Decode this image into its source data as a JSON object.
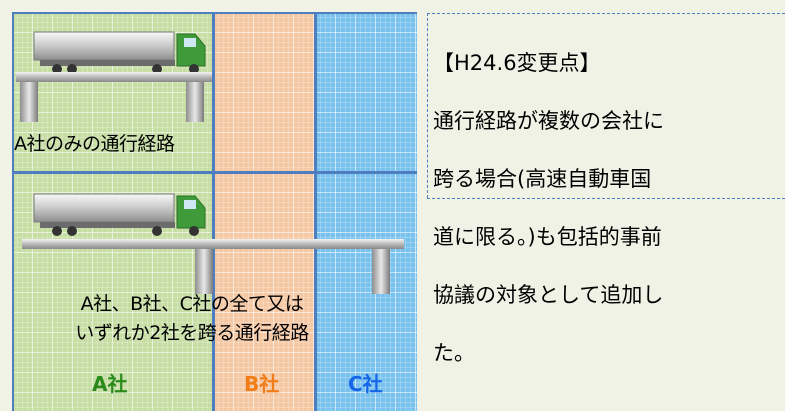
{
  "diagram": {
    "route_single": "A社のみの通行経路",
    "route_multi_line1": "A社、B社、C社の全て又は",
    "route_multi_line2": "いずれか2社を跨る通行経路",
    "companies": [
      {
        "label": "A社",
        "color": "#2a8a1a"
      },
      {
        "label": "B社",
        "color": "#f07d17"
      },
      {
        "label": "C社",
        "color": "#1565e8"
      }
    ]
  },
  "note": {
    "heading": "【H24.6変更点】",
    "lines": [
      "通行経路が複数の会社に",
      "跨る場合(高速自動車国",
      "道に限る。)も包括的事前",
      "協議の対象として追加し",
      "た。"
    ]
  }
}
